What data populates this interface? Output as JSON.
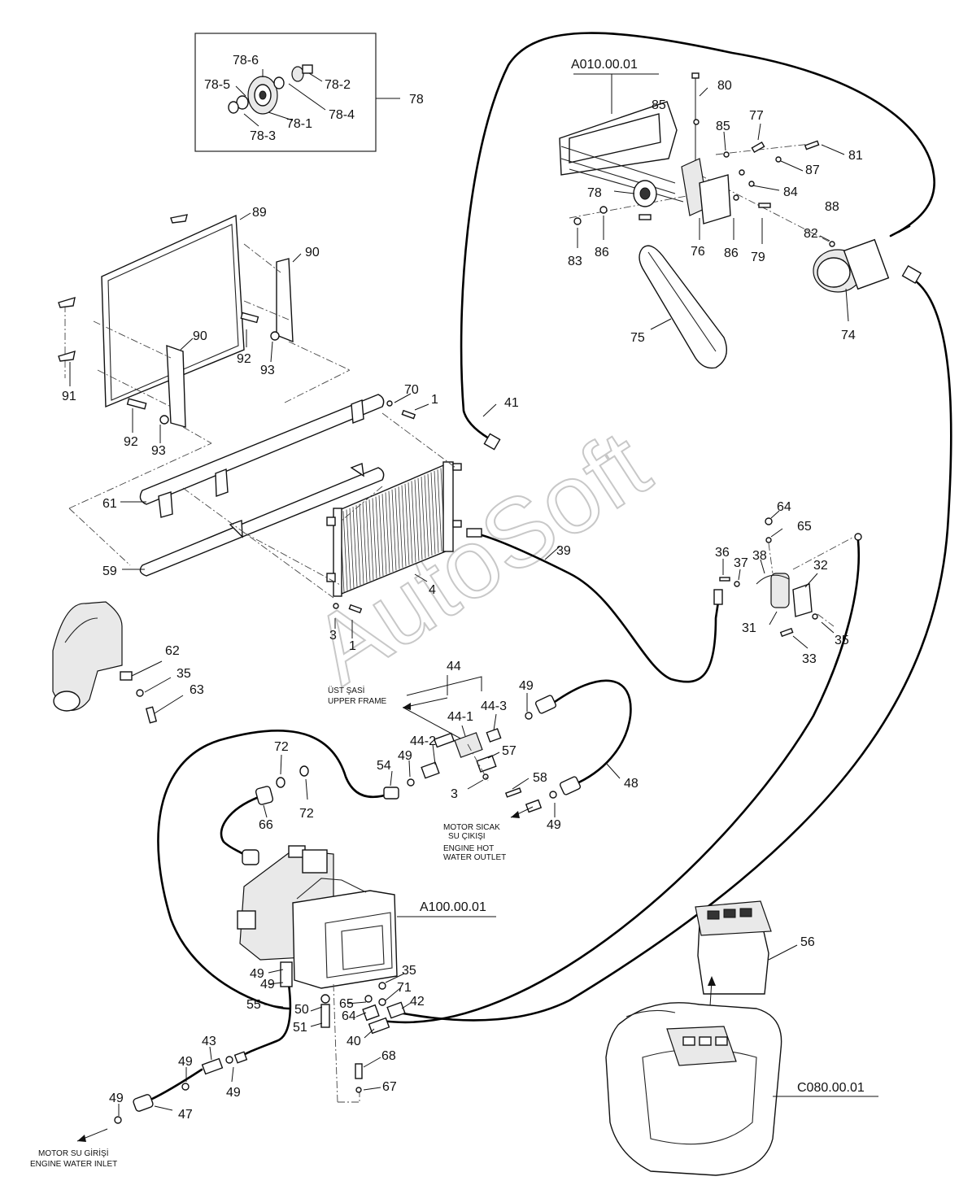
{
  "watermark": "AutoSoft",
  "labels": [
    {
      "id": "l-78-6",
      "text": "78-6"
    },
    {
      "id": "l-78-5",
      "text": "78-5"
    },
    {
      "id": "l-78-2",
      "text": "78-2"
    },
    {
      "id": "l-78-1",
      "text": "78-1"
    },
    {
      "id": "l-78-4",
      "text": "78-4"
    },
    {
      "id": "l-78-3",
      "text": "78-3"
    },
    {
      "id": "l-78",
      "text": "78"
    },
    {
      "id": "l-a010",
      "text": "A010.00.01"
    },
    {
      "id": "l-80",
      "text": "80"
    },
    {
      "id": "l-85a",
      "text": "85"
    },
    {
      "id": "l-85b",
      "text": "85"
    },
    {
      "id": "l-77",
      "text": "77"
    },
    {
      "id": "l-81",
      "text": "81"
    },
    {
      "id": "l-87",
      "text": "87"
    },
    {
      "id": "l-84",
      "text": "84"
    },
    {
      "id": "l-78b",
      "text": "78"
    },
    {
      "id": "l-88",
      "text": "88"
    },
    {
      "id": "l-82",
      "text": "82"
    },
    {
      "id": "l-83",
      "text": "83"
    },
    {
      "id": "l-86a",
      "text": "86"
    },
    {
      "id": "l-76",
      "text": "76"
    },
    {
      "id": "l-86b",
      "text": "86"
    },
    {
      "id": "l-79",
      "text": "79"
    },
    {
      "id": "l-75",
      "text": "75"
    },
    {
      "id": "l-74",
      "text": "74"
    },
    {
      "id": "l-89",
      "text": "89"
    },
    {
      "id": "l-90a",
      "text": "90"
    },
    {
      "id": "l-90b",
      "text": "90"
    },
    {
      "id": "l-92a",
      "text": "92"
    },
    {
      "id": "l-93a",
      "text": "93"
    },
    {
      "id": "l-91",
      "text": "91"
    },
    {
      "id": "l-92b",
      "text": "92"
    },
    {
      "id": "l-93b",
      "text": "93"
    },
    {
      "id": "l-70",
      "text": "70"
    },
    {
      "id": "l-1a",
      "text": "1"
    },
    {
      "id": "l-41",
      "text": "41"
    },
    {
      "id": "l-61",
      "text": "61"
    },
    {
      "id": "l-59",
      "text": "59"
    },
    {
      "id": "l-39",
      "text": "39"
    },
    {
      "id": "l-4",
      "text": "4"
    },
    {
      "id": "l-3a",
      "text": "3"
    },
    {
      "id": "l-1b",
      "text": "1"
    },
    {
      "id": "l-64a",
      "text": "64"
    },
    {
      "id": "l-65a",
      "text": "65"
    },
    {
      "id": "l-36",
      "text": "36"
    },
    {
      "id": "l-37",
      "text": "37"
    },
    {
      "id": "l-38",
      "text": "38"
    },
    {
      "id": "l-32",
      "text": "32"
    },
    {
      "id": "l-31",
      "text": "31"
    },
    {
      "id": "l-35a",
      "text": "35"
    },
    {
      "id": "l-33",
      "text": "33"
    },
    {
      "id": "l-62",
      "text": "62"
    },
    {
      "id": "l-35b",
      "text": "35"
    },
    {
      "id": "l-63",
      "text": "63"
    },
    {
      "id": "l-44",
      "text": "44"
    },
    {
      "id": "l-49a",
      "text": "49"
    },
    {
      "id": "l-44-3",
      "text": "44-3"
    },
    {
      "id": "l-44-1",
      "text": "44-1"
    },
    {
      "id": "l-44-2",
      "text": "44-2"
    },
    {
      "id": "l-57",
      "text": "57"
    },
    {
      "id": "l-49b",
      "text": "49"
    },
    {
      "id": "l-54",
      "text": "54"
    },
    {
      "id": "l-58",
      "text": "58"
    },
    {
      "id": "l-48",
      "text": "48"
    },
    {
      "id": "l-3b",
      "text": "3"
    },
    {
      "id": "l-49c",
      "text": "49"
    },
    {
      "id": "l-72a",
      "text": "72"
    },
    {
      "id": "l-72b",
      "text": "72"
    },
    {
      "id": "l-66",
      "text": "66"
    },
    {
      "id": "l-a100",
      "text": "A100.00.01"
    },
    {
      "id": "l-56",
      "text": "56"
    },
    {
      "id": "l-49d",
      "text": "49"
    },
    {
      "id": "l-49e",
      "text": "49"
    },
    {
      "id": "l-35c",
      "text": "35"
    },
    {
      "id": "l-71",
      "text": "71"
    },
    {
      "id": "l-42",
      "text": "42"
    },
    {
      "id": "l-65b",
      "text": "65"
    },
    {
      "id": "l-64b",
      "text": "64"
    },
    {
      "id": "l-55",
      "text": "55"
    },
    {
      "id": "l-50",
      "text": "50"
    },
    {
      "id": "l-51",
      "text": "51"
    },
    {
      "id": "l-40",
      "text": "40"
    },
    {
      "id": "l-43",
      "text": "43"
    },
    {
      "id": "l-49f",
      "text": "49"
    },
    {
      "id": "l-49g",
      "text": "49"
    },
    {
      "id": "l-68",
      "text": "68"
    },
    {
      "id": "l-67",
      "text": "67"
    },
    {
      "id": "l-49h",
      "text": "49"
    },
    {
      "id": "l-47",
      "text": "47"
    },
    {
      "id": "l-c080",
      "text": "C080.00.01"
    }
  ],
  "notes": {
    "upper_frame_tr": "ÜST ŞASİ",
    "upper_frame_en": "UPPER FRAME",
    "hot_water_tr_1": "MOTOR SICAK",
    "hot_water_tr_2": "SU ÇIKIŞI",
    "hot_water_en_1": "ENGINE HOT",
    "hot_water_en_2": "WATER OUTLET",
    "water_inlet_tr": "MOTOR SU GİRİŞİ",
    "water_inlet_en": "ENGINE WATER INLET"
  }
}
